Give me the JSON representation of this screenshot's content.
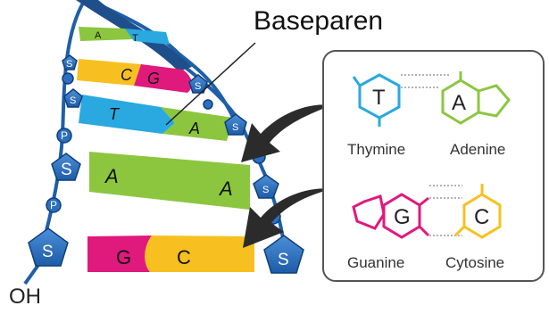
{
  "title": "Baseparen",
  "terminal_label": "OH",
  "strand": {
    "sugar_letter": "S",
    "phosphate_letter": "P"
  },
  "base_pairs": [
    {
      "left": "A",
      "right": "T"
    },
    {
      "left": "C",
      "right": "G"
    },
    {
      "left": "T",
      "right": "A"
    },
    {
      "left": "A",
      "right": "A"
    },
    {
      "left": "G",
      "right": "C"
    }
  ],
  "legend": {
    "thymine": {
      "letter": "T",
      "name": "Thymine"
    },
    "adenine": {
      "letter": "A",
      "name": "Adenine"
    },
    "guanine": {
      "letter": "G",
      "name": "Guanine"
    },
    "cytosine": {
      "letter": "C",
      "name": "Cytosine"
    }
  },
  "colors": {
    "backbone": "#1f5fa8",
    "sugar": "#2b6fc0",
    "sugar_stroke": "#0f3f7a",
    "thymine": "#2aa8e0",
    "adenine": "#8cc63f",
    "guanine": "#e0197d",
    "cytosine": "#f7c020",
    "arrow": "#2b2b2b",
    "legend_border": "#555555"
  }
}
